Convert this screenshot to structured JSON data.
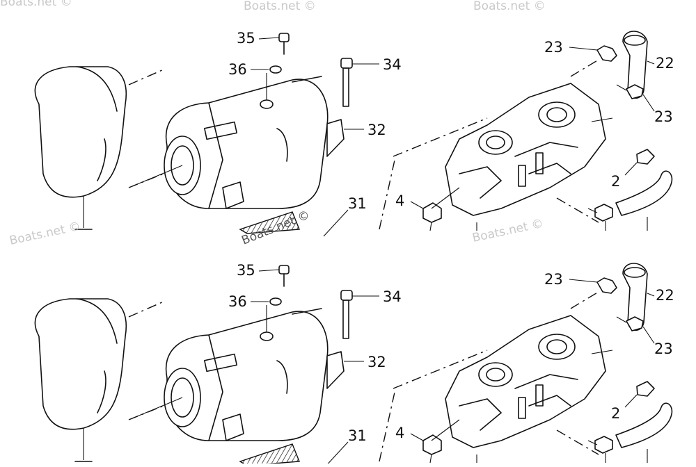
{
  "watermark": "Boats.net ©",
  "panels": [
    {
      "id": "top",
      "callouts": [
        "35",
        "36",
        "34",
        "32",
        "31",
        "23",
        "22",
        "23",
        "2",
        "4"
      ]
    },
    {
      "id": "bottom",
      "callouts": [
        "35",
        "36",
        "34",
        "32",
        "31",
        "23",
        "22",
        "23",
        "2",
        "4"
      ]
    }
  ]
}
